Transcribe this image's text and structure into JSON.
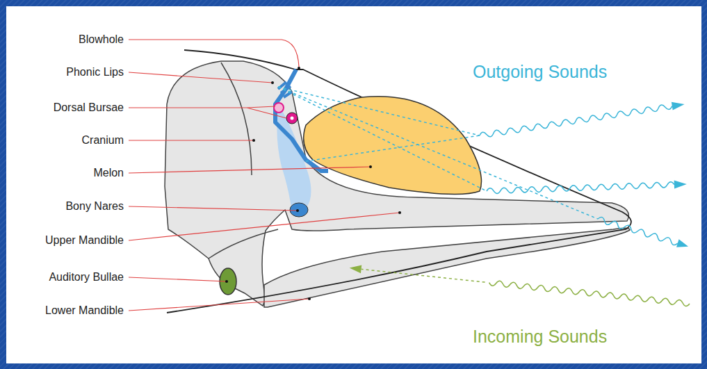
{
  "diagram": {
    "labels": [
      "Blowhole",
      "Phonic Lips",
      "Dorsal Bursae",
      "Cranium",
      "Melon",
      "Bony Nares",
      "Upper Mandible",
      "Auditory Bullae",
      "Lower Mandible",
      "Outgoing Sounds",
      "Incoming Sounds"
    ]
  }
}
